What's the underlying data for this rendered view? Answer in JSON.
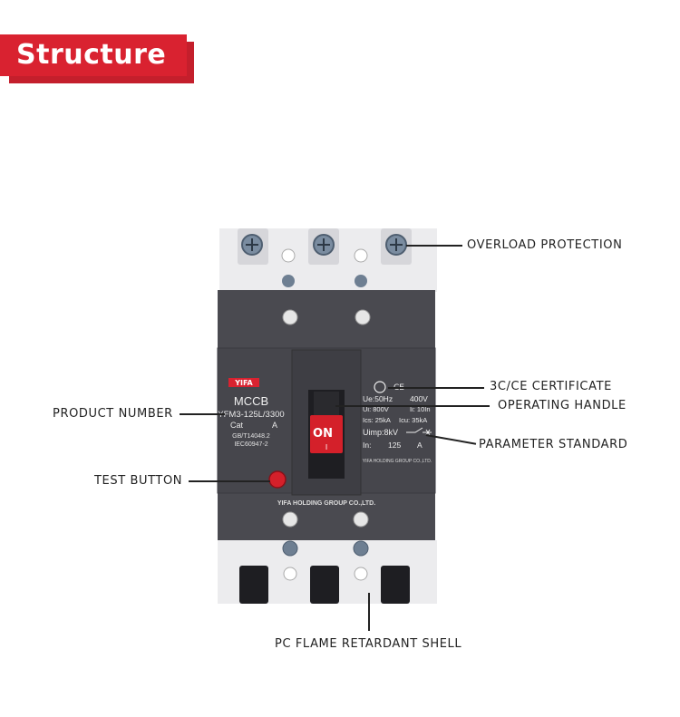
{
  "banner": {
    "title": "Structure"
  },
  "callouts": {
    "overload_protection": "OVERLOAD PROTECTION",
    "certificate": "3C/CE CERTIFICATE",
    "operating_handle": "OPERATING HANDLE",
    "product_number": "PRODUCT NUMBER",
    "parameter_standard": "PARAMETER STANDARD",
    "test_button": "TEST BUTTON",
    "shell": "PC FLAME RETARDANT SHELL"
  },
  "device": {
    "brand": "YIFA",
    "type": "MCCB",
    "model": "YFM3-125L/3300",
    "cat_label": "Cat",
    "cat_value": "A",
    "standard_1": "GB/T14048.2",
    "standard_2": "IEC60947-2",
    "handle_label": "ON",
    "handle_mark": "I",
    "ue": "Ue:50Hz",
    "ue_v": "400V",
    "ui": "Ui: 800V",
    "ii": "Ii: 10In",
    "ics": "Ics: 25kA",
    "icu": "Icu: 35kA",
    "uimp": "Uimp:8kV",
    "in_label": "In:",
    "in_value": "125",
    "in_unit": "A",
    "label_maker": "YIFA HOLDING GROUP CO.,LTD.",
    "maker": "YIFA HOLDING GROUP CO.,LTD."
  },
  "colors": {
    "banner": "#d92230",
    "body": "#4a4a50",
    "shell": "#e8e8ea",
    "handle": "#d4202a"
  }
}
